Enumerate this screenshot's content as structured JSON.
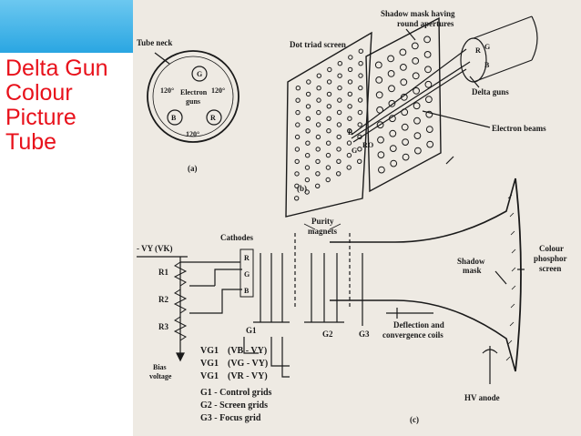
{
  "slide": {
    "title_lines": [
      "Delta Gun",
      "Colour",
      "Picture",
      "Tube"
    ],
    "accent_color": "#2aa6e2",
    "title_color": "#e8111b"
  },
  "figure": {
    "a": {
      "tube_neck": "Tube neck",
      "electron_guns": [
        "Electron",
        "guns"
      ],
      "guns": [
        "G",
        "B",
        "R"
      ],
      "angles": [
        "120°",
        "120°",
        "120°"
      ],
      "caption": "(a)"
    },
    "b": {
      "dot_triad": "Dot triad screen",
      "shadow_mask": [
        "Shadow mask having",
        "round apertures"
      ],
      "gun_letters": [
        "R",
        "G",
        "B"
      ],
      "dot_labels": [
        "B",
        "G",
        "R",
        "O"
      ],
      "delta_guns": "Delta guns",
      "electron_beams": "Electron beams",
      "caption": "(b)"
    },
    "c": {
      "vy_label": "- VY (VK)",
      "resistors": [
        "R1",
        "R2",
        "R3"
      ],
      "bias": [
        "Bias",
        "voltage"
      ],
      "cathodes": "Cathodes",
      "cathode_letters": [
        "R",
        "G",
        "B"
      ],
      "purity": [
        "Purity",
        "magnets"
      ],
      "grids": [
        "G1",
        "G2",
        "G3"
      ],
      "equations": [
        {
          "v": "VG1",
          "e": "(VB - VY)"
        },
        {
          "v": "VG1",
          "e": "(VG - VY)"
        },
        {
          "v": "VG1",
          "e": "(VR - VY)"
        }
      ],
      "legend": [
        "G1 - Control grids",
        "G2 - Screen grids",
        "G3 - Focus grid"
      ],
      "deflection": [
        "Deflection and",
        "convergence coils"
      ],
      "shadow_mask": [
        "Shadow",
        "mask"
      ],
      "phosphor": [
        "Colour",
        "phosphor",
        "screen"
      ],
      "hv_anode": "HV anode",
      "caption": "(c)"
    }
  }
}
